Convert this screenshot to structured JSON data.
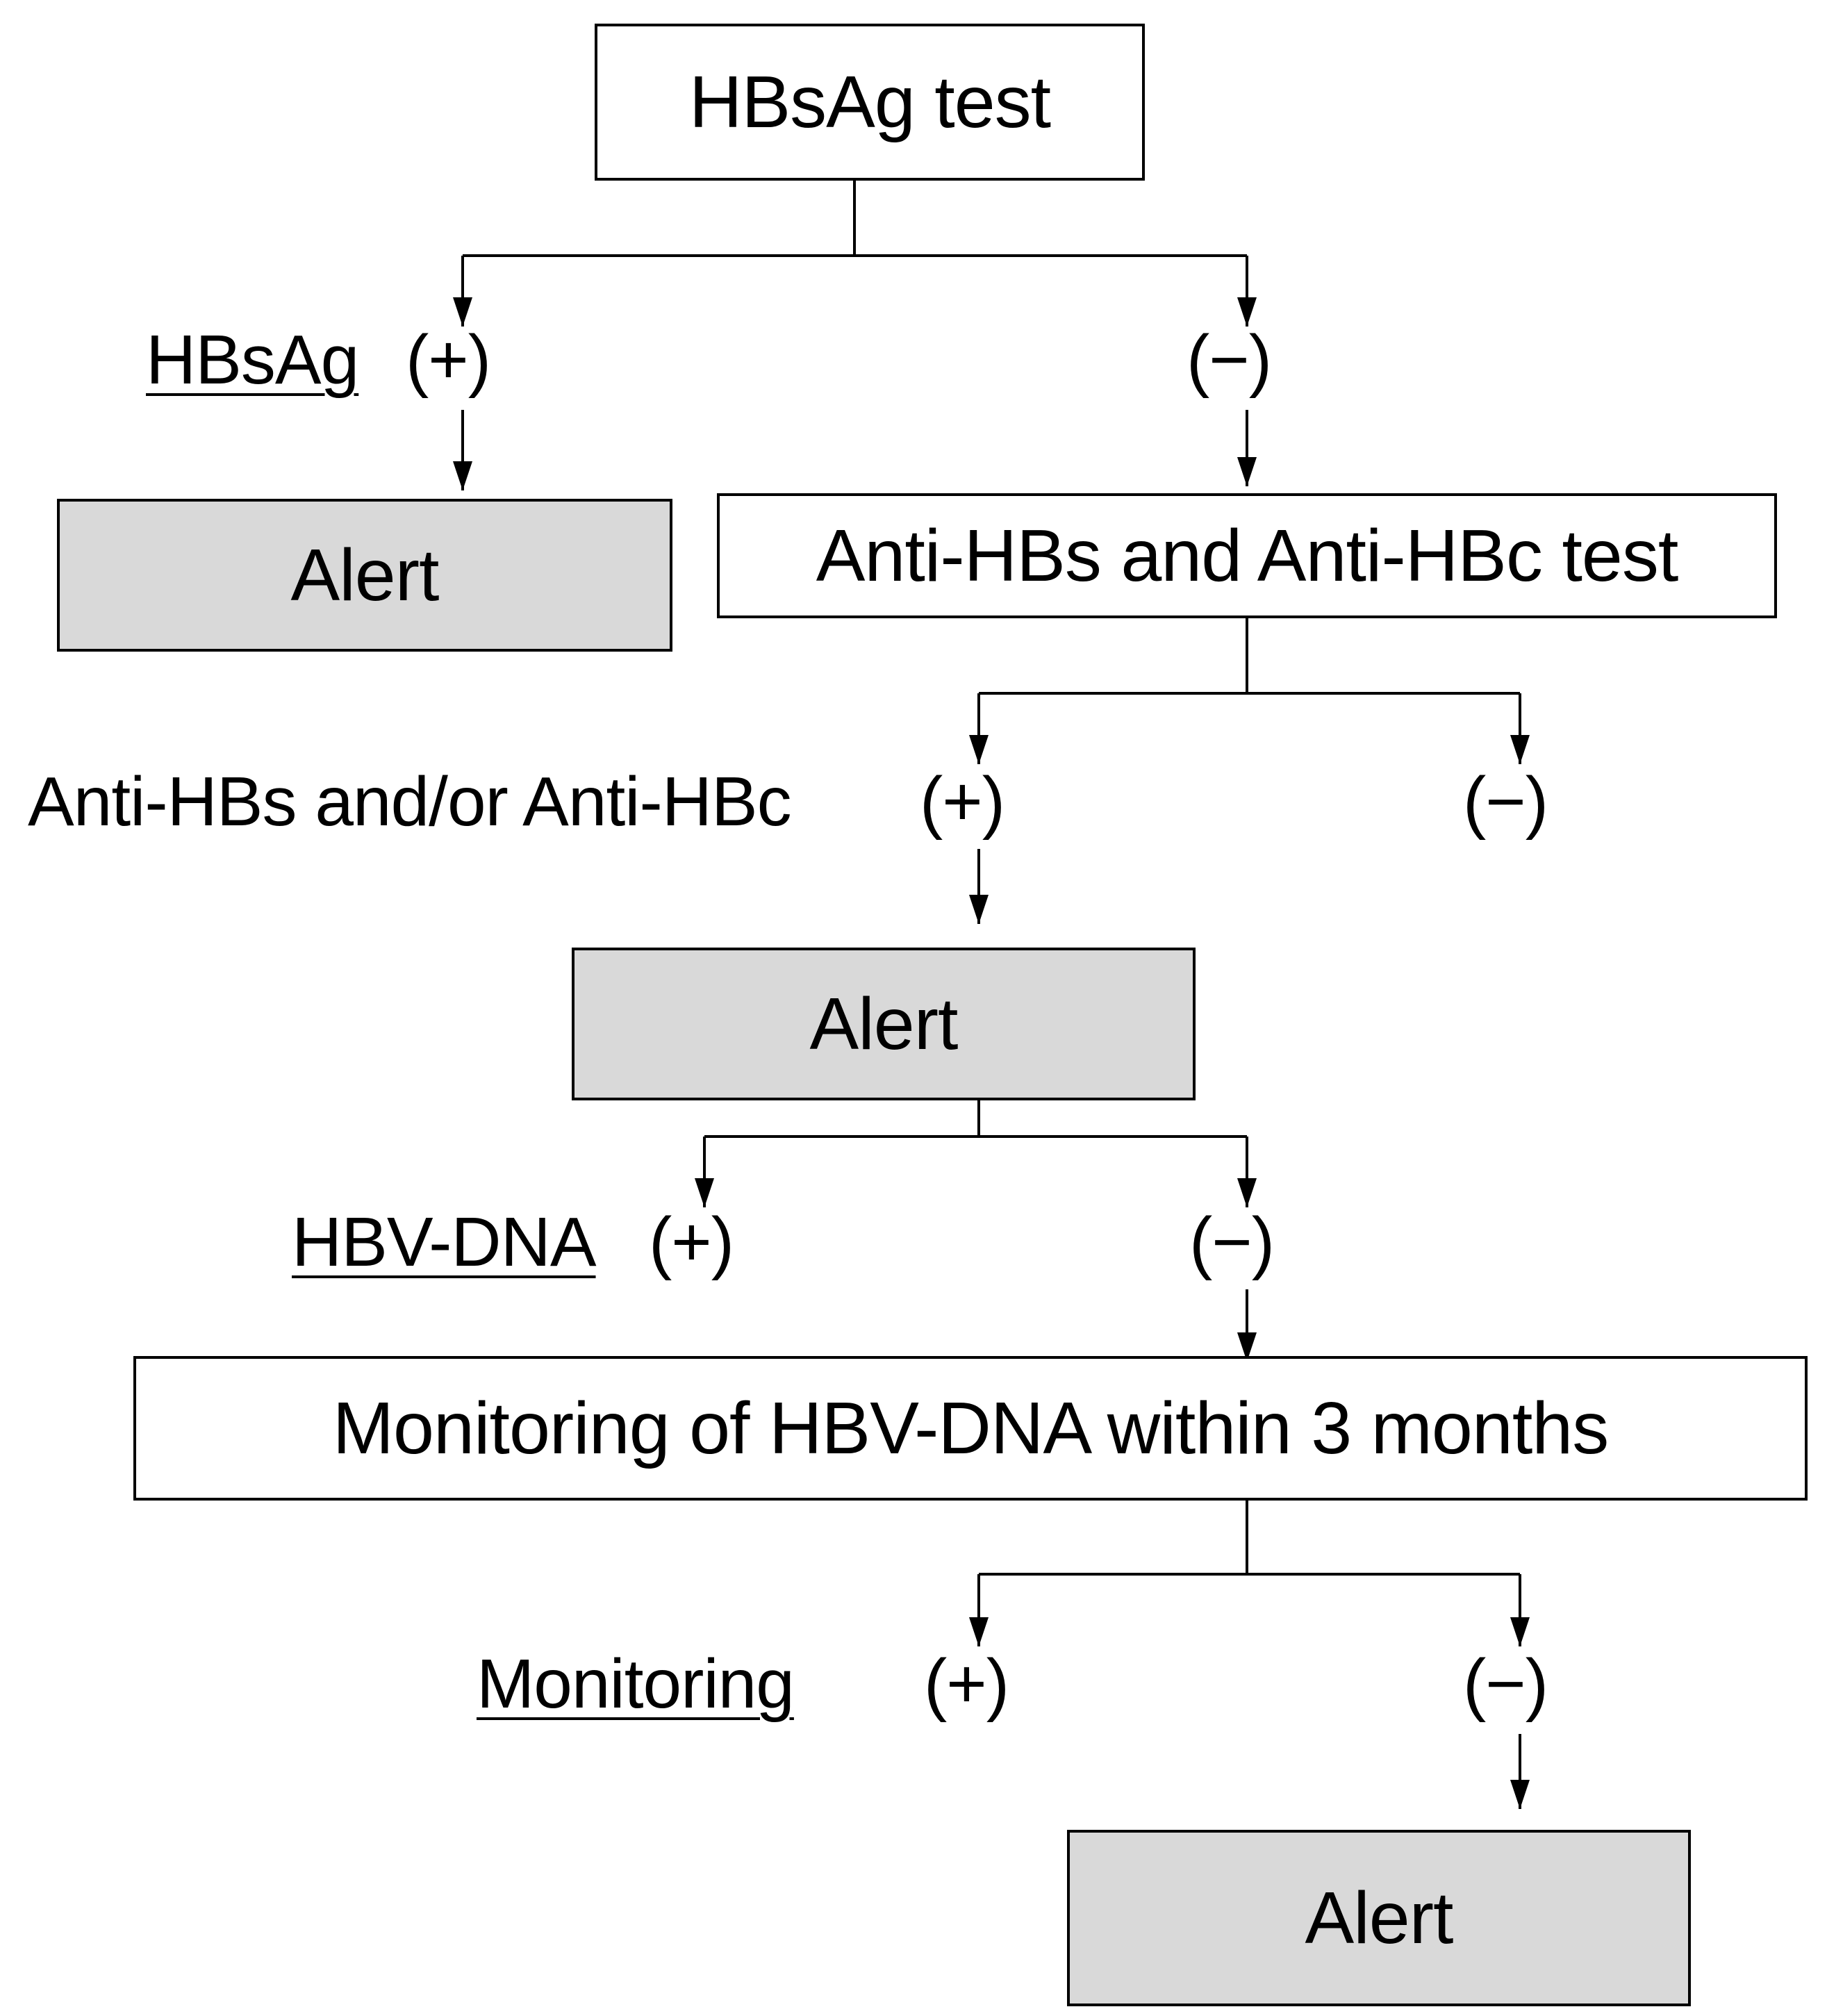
{
  "colors": {
    "line": "#000000",
    "alert_fill": "#d9d9d9",
    "box_fill": "#ffffff"
  },
  "nodes": {
    "hbsag_test": "HBsAg test",
    "alert_1": "Alert",
    "anti_test": "Anti-HBs and Anti-HBc test",
    "alert_2": "Alert",
    "monitoring_box": "Monitoring of HBV-DNA within 3 months",
    "alert_3": "Alert"
  },
  "labels": {
    "hbsag_name": "HBsAg",
    "hbsag_pos": "(+)",
    "hbsag_neg": "(−)",
    "anti_name": "Anti-HBs and/or Anti-HBc",
    "anti_pos": "(+)",
    "anti_neg": "(−)",
    "hbv_name": "HBV-DNA",
    "hbv_pos": "(+)",
    "hbv_neg": "(−)",
    "mon_name": "Monitoring",
    "mon_pos": "(+)",
    "mon_neg": "(−)"
  }
}
